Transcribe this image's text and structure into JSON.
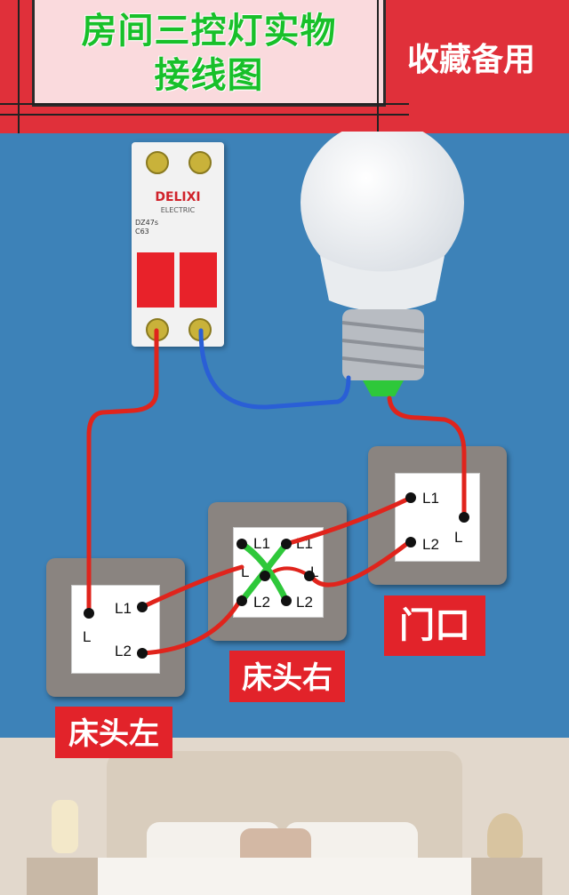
{
  "header": {
    "title_line1": "房间三控灯实物",
    "title_line2": "接线图",
    "side_tag": "收藏备用"
  },
  "breaker": {
    "brand": "DELIXI",
    "sub": "ELECTRIC",
    "model": "DZ47s",
    "rating": "C63"
  },
  "switches": {
    "left": {
      "label": "床头左",
      "terminals": [
        "L1",
        "L",
        "L2"
      ]
    },
    "middle": {
      "label": "床头右",
      "terminals": [
        "L1",
        "L1",
        "L",
        "L",
        "L2",
        "L2"
      ]
    },
    "right": {
      "label": "门口",
      "terminals": [
        "L1",
        "L",
        "L2"
      ]
    }
  },
  "colors": {
    "live_wire": "#e0241c",
    "neutral_wire": "#2a5fd6",
    "cross_wire": "#2ec83a",
    "label_bg": "#e2232a",
    "title_green": "#18c02a",
    "background": "#3d82b8"
  }
}
